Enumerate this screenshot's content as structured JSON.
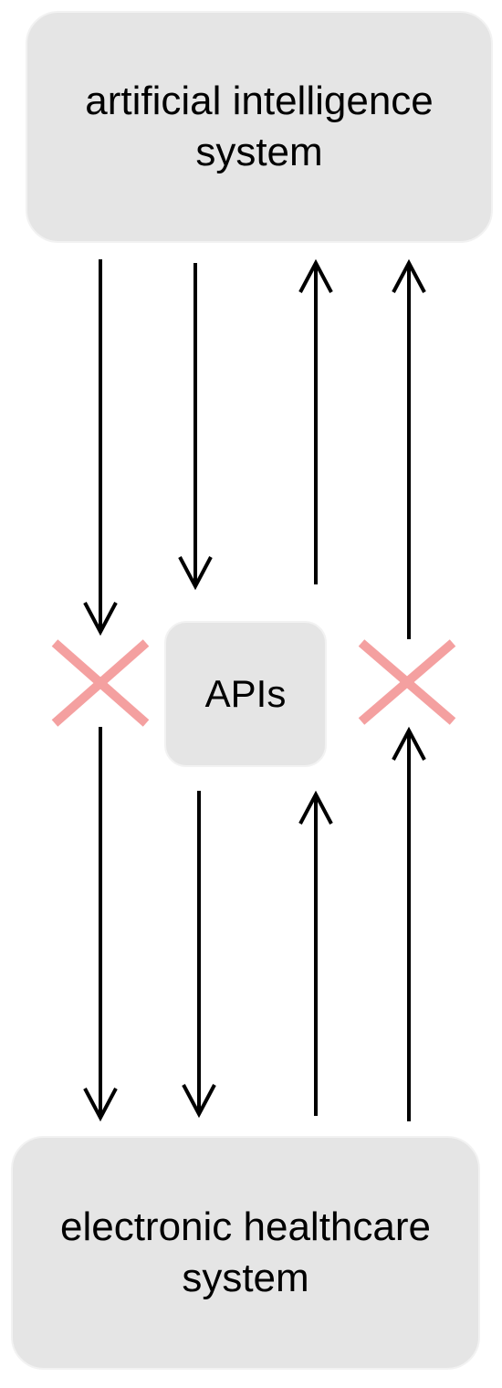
{
  "nodes": {
    "ai_system": "artificial intelligence system",
    "apis": "APIs",
    "ehr_system": "electronic healthcare system"
  },
  "colors": {
    "box_fill": "#e5e5e5",
    "arrow": "#000000",
    "blocked_cross": "#f4a0a0"
  },
  "icons": [
    "arrow-down-icon",
    "arrow-up-icon",
    "blocked-cross-icon"
  ]
}
